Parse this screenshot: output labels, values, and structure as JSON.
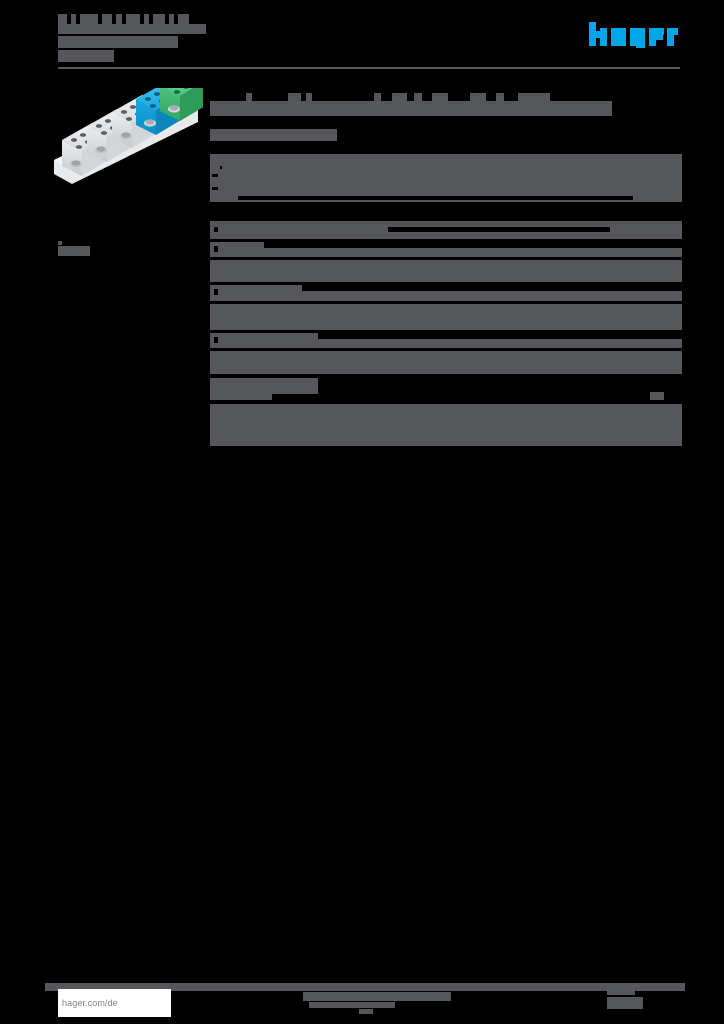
{
  "document": {
    "type": "product-datasheet",
    "brand": "hager",
    "language": "de",
    "page_background": "#000000",
    "redaction_color": "#55575a",
    "logo_color": "#00a6e8",
    "title_redacted": true,
    "note": "All textual content on this datasheet page is redacted/obscured with solid gray blocks; only the brand logo and the footer URL remain legible."
  },
  "header": {
    "doc_title_lines": [
      "",
      "",
      ""
    ],
    "logo_label": "hager",
    "rule": true
  },
  "left_column": {
    "product_image_alt": "Hager Klemmenblock / terminal block, grey blue green",
    "side_label": ""
  },
  "main": {
    "page_heading": "",
    "subheading": "",
    "tables": [
      {
        "caption": "",
        "rows": [
          {
            "label": "",
            "value": ""
          },
          {
            "label": "",
            "value": ""
          },
          {
            "label": "",
            "value": ""
          },
          {
            "label": "",
            "value": ""
          }
        ]
      },
      {
        "caption": "",
        "rows": [
          {
            "label": "",
            "value": ""
          },
          {
            "label": "",
            "value": ""
          },
          {
            "label": "",
            "value": ""
          },
          {
            "label": "",
            "value": ""
          },
          {
            "label": "",
            "value": ""
          },
          {
            "label": "",
            "value": ""
          },
          {
            "label": "",
            "value": ""
          },
          {
            "label": "",
            "value": ""
          }
        ]
      },
      {
        "caption": "",
        "rows": [
          {
            "label": "",
            "value": ""
          },
          {
            "label": "",
            "value": ""
          }
        ]
      }
    ]
  },
  "footer": {
    "url": "hager.com/de",
    "center_text": "",
    "page_number": ""
  }
}
